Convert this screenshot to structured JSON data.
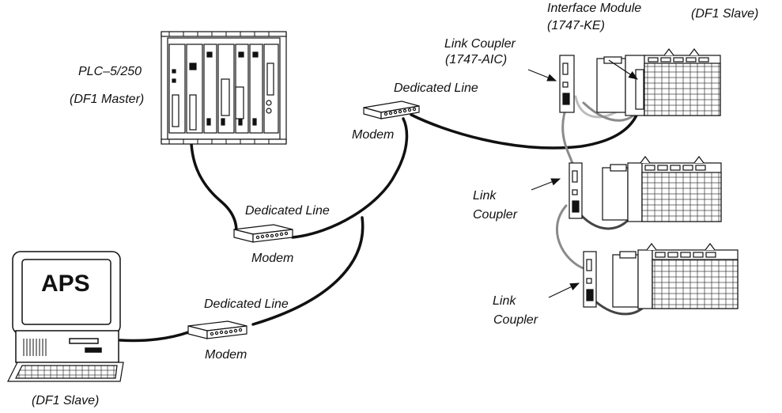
{
  "labels": {
    "plc_name": "PLC–5/250",
    "plc_role": "(DF1 Master)",
    "top_modem_line": "Dedicated Line",
    "top_modem": "Modem",
    "mid_modem_line": "Dedicated Line",
    "mid_modem": "Modem",
    "bottom_modem_line": "Dedicated Line",
    "bottom_modem": "Modem",
    "computer_screen": "APS",
    "computer_role": "(DF1 Slave)",
    "interface_module": "Interface Module",
    "interface_module_part": "(1747-KE)",
    "slave_top_role": "(DF1 Slave)",
    "link_coupler_aic": "Link Coupler",
    "link_coupler_aic_part": "(1747-AIC)",
    "link_coupler_2a": "Link",
    "link_coupler_2b": "Coupler",
    "link_coupler_3a": "Link",
    "link_coupler_3b": "Coupler"
  },
  "colors": {
    "line": "#111111",
    "gray_cable": "#8a8a8a",
    "light_cable": "#bdbdbd",
    "fill": "#ffffff"
  },
  "icons": [
    "plc-chassis-icon",
    "modem-icon",
    "computer-icon",
    "keyboard-icon",
    "slc-rack-icon",
    "link-coupler-icon"
  ]
}
